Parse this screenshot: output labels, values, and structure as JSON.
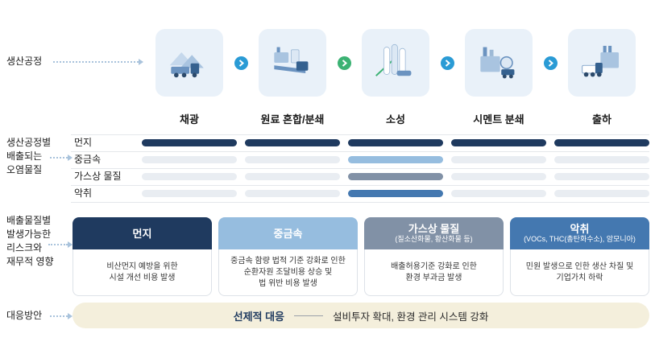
{
  "colors": {
    "navy": "#1f3a5f",
    "light_blue": "#96bddf",
    "slate": "#8191a6",
    "blue": "#4478b0",
    "icon_bg": "#e9f1f9",
    "cream": "#f4efdc",
    "arrow_blue": "#2a9bd5",
    "arrow_green": "#3bb273",
    "empty_bar": "#e9edf2"
  },
  "process": {
    "label": "생산공정",
    "steps": [
      {
        "name": "채광"
      },
      {
        "name": "원료 혼합/분쇄"
      },
      {
        "name": "소성"
      },
      {
        "name": "시멘트 분쇄"
      },
      {
        "name": "출하"
      }
    ],
    "arrows": [
      {
        "color": "#2a9bd5"
      },
      {
        "color": "#3bb273"
      },
      {
        "color": "#2a9bd5"
      },
      {
        "color": "#2a9bd5"
      }
    ]
  },
  "pollutants": {
    "label_lines": [
      "생산공정별",
      "배출되는",
      "오염물질"
    ],
    "empty_color": "#e9edf2",
    "rows": [
      {
        "name": "먼지",
        "color": "#1f3a5f",
        "cells": [
          1,
          1,
          1,
          1,
          1
        ]
      },
      {
        "name": "중금속",
        "color": "#96bddf",
        "cells": [
          0,
          0,
          1,
          0,
          0
        ]
      },
      {
        "name": "가스상 물질",
        "color": "#8191a6",
        "cells": [
          0,
          0,
          1,
          0,
          0
        ]
      },
      {
        "name": "악취",
        "color": "#4478b0",
        "cells": [
          0,
          0,
          1,
          0,
          0
        ]
      }
    ]
  },
  "risks": {
    "label_lines": [
      "배출물질별",
      "발생가능한",
      "리스크와",
      "재무적 영향"
    ],
    "cards": [
      {
        "title": "먼지",
        "subtitle": "",
        "color": "#1f3a5f",
        "body": "비산먼지 예방을 위한\n시설 개선 비용 발생"
      },
      {
        "title": "중금속",
        "subtitle": "",
        "color": "#96bddf",
        "body": "중금속 함량 법적 기준 강화로 인한\n순환자원 조달비용 상승 및\n법 위반 비용 발생"
      },
      {
        "title": "가스상 물질",
        "subtitle": "(질소산화물, 황산화물 등)",
        "color": "#8191a6",
        "body": "배출허용기준 강화로 인한\n환경 부과금 발생"
      },
      {
        "title": "악취",
        "subtitle": "(VOCs, THC(총탄화수소), 암모니아)",
        "color": "#4478b0",
        "body": "민원 발생으로 인한 생산 차질 및\n기업가치 하락"
      }
    ]
  },
  "response": {
    "label": "대응방안",
    "highlight": "선제적 대응",
    "detail": "설비투자 확대, 환경 관리 시스템 강화"
  }
}
